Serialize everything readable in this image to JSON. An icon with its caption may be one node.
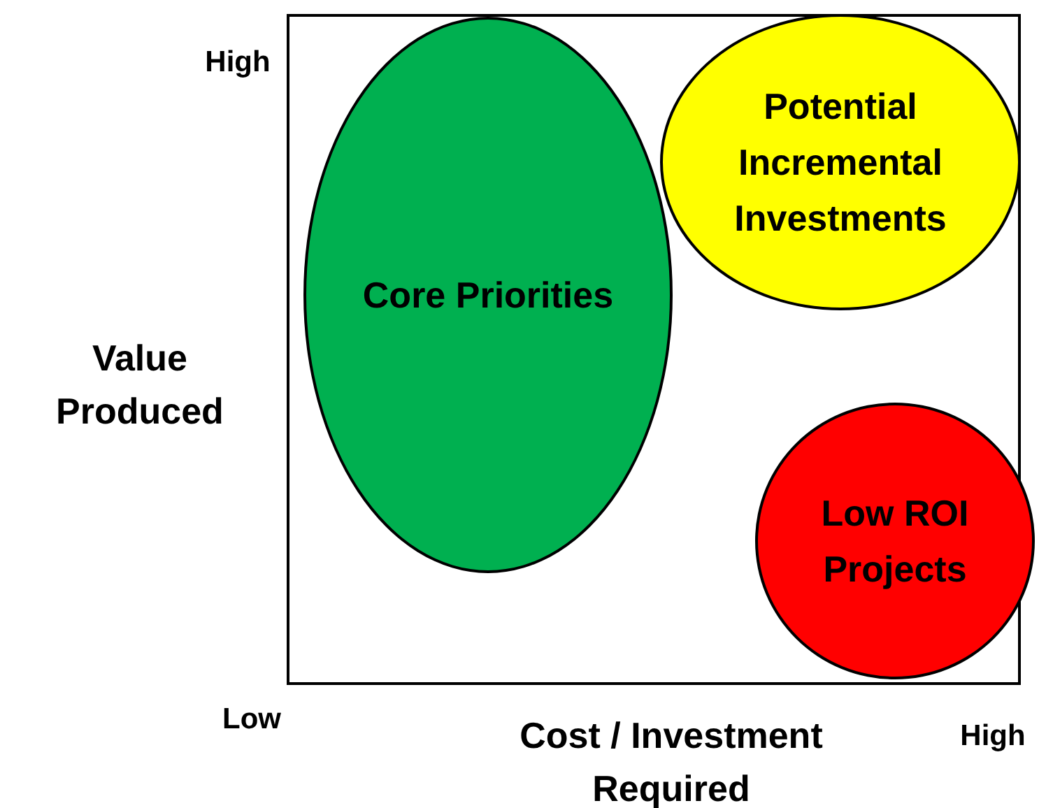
{
  "diagram": {
    "nodes": [
      {
        "text": [
          "Core Priorities"
        ]
      },
      {
        "text": [
          "Potential Incremental Investments"
        ]
      },
      {
        "text": [
          "Low ROI Projects"
        ]
      }
    ],
    "labels": [
      "High",
      "Value Produced",
      "Low",
      "Cost / Investment Required",
      "High"
    ]
  }
}
